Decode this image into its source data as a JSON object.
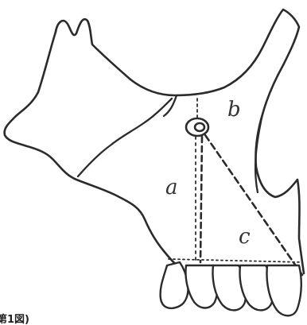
{
  "diagram": {
    "labels": {
      "a": "a",
      "b": "b",
      "c": "c"
    },
    "caption": "(第1図)",
    "ink_color": "#2b2b2b"
  }
}
